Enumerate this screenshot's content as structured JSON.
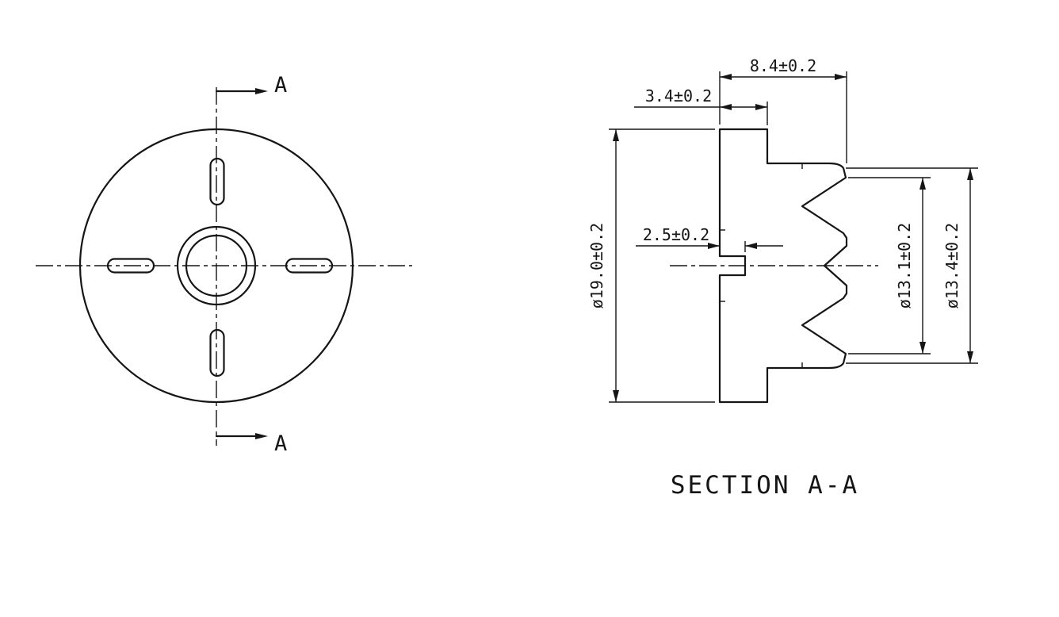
{
  "colors": {
    "line": "#151515",
    "background": "#ffffff"
  },
  "drawing": {
    "front_view": {
      "cut_label_top": "A",
      "cut_label_bottom": "A"
    },
    "section_view": {
      "label": "SECTION A-A",
      "dimensions": {
        "overall_length": "8.4±0.2",
        "flange_length": "3.4±0.2",
        "pilot_hole_depth": "2.5±0.2",
        "flange_diameter": "ø19.0±0.2",
        "minor_diameter": "ø13.1±0.2",
        "major_diameter": "ø13.4±0.2"
      }
    }
  }
}
